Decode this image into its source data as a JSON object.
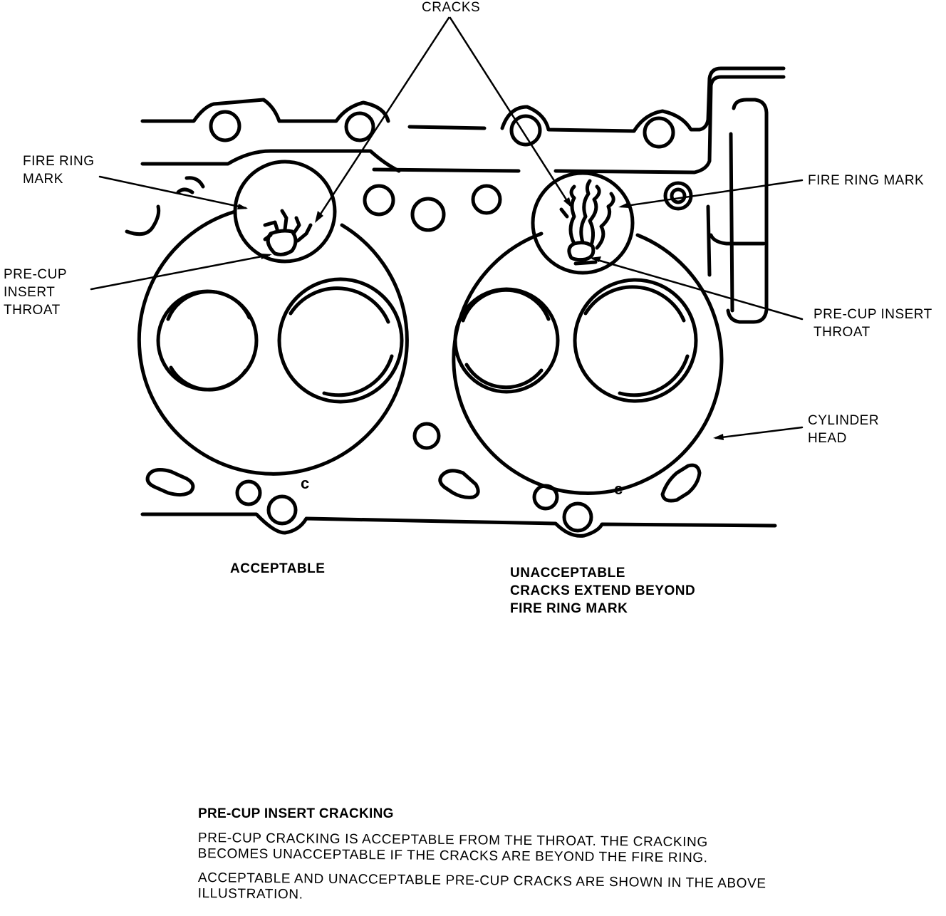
{
  "labels": {
    "cracks": "CRACKS",
    "fire_ring_mark_left": "FIRE RING\nMARK",
    "fire_ring_mark_right": "FIRE RING MARK",
    "precup_left": "PRE-CUP\nINSERT\nTHROAT",
    "precup_right": "PRE-CUP INSERT\nTHROAT",
    "cylinder_head": "CYLINDER\nHEAD",
    "acceptable": "ACCEPTABLE",
    "unacceptable": "UNACCEPTABLE\nCRACKS EXTEND BEYOND\nFIRE RING MARK",
    "mark_c": "c"
  },
  "caption": {
    "title": "PRE-CUP INSERT CRACKING",
    "paragraph1": "PRE-CUP CRACKING IS ACCEPTABLE FROM THE THROAT. THE CRACKING BECOMES UNACCEPTABLE IF THE CRACKS ARE BEYOND THE FIRE RING.",
    "paragraph2": "ACCEPTABLE AND UNACCEPTABLE PRE-CUP CRACKS ARE SHOWN IN THE ABOVE ILLUSTRATION."
  }
}
